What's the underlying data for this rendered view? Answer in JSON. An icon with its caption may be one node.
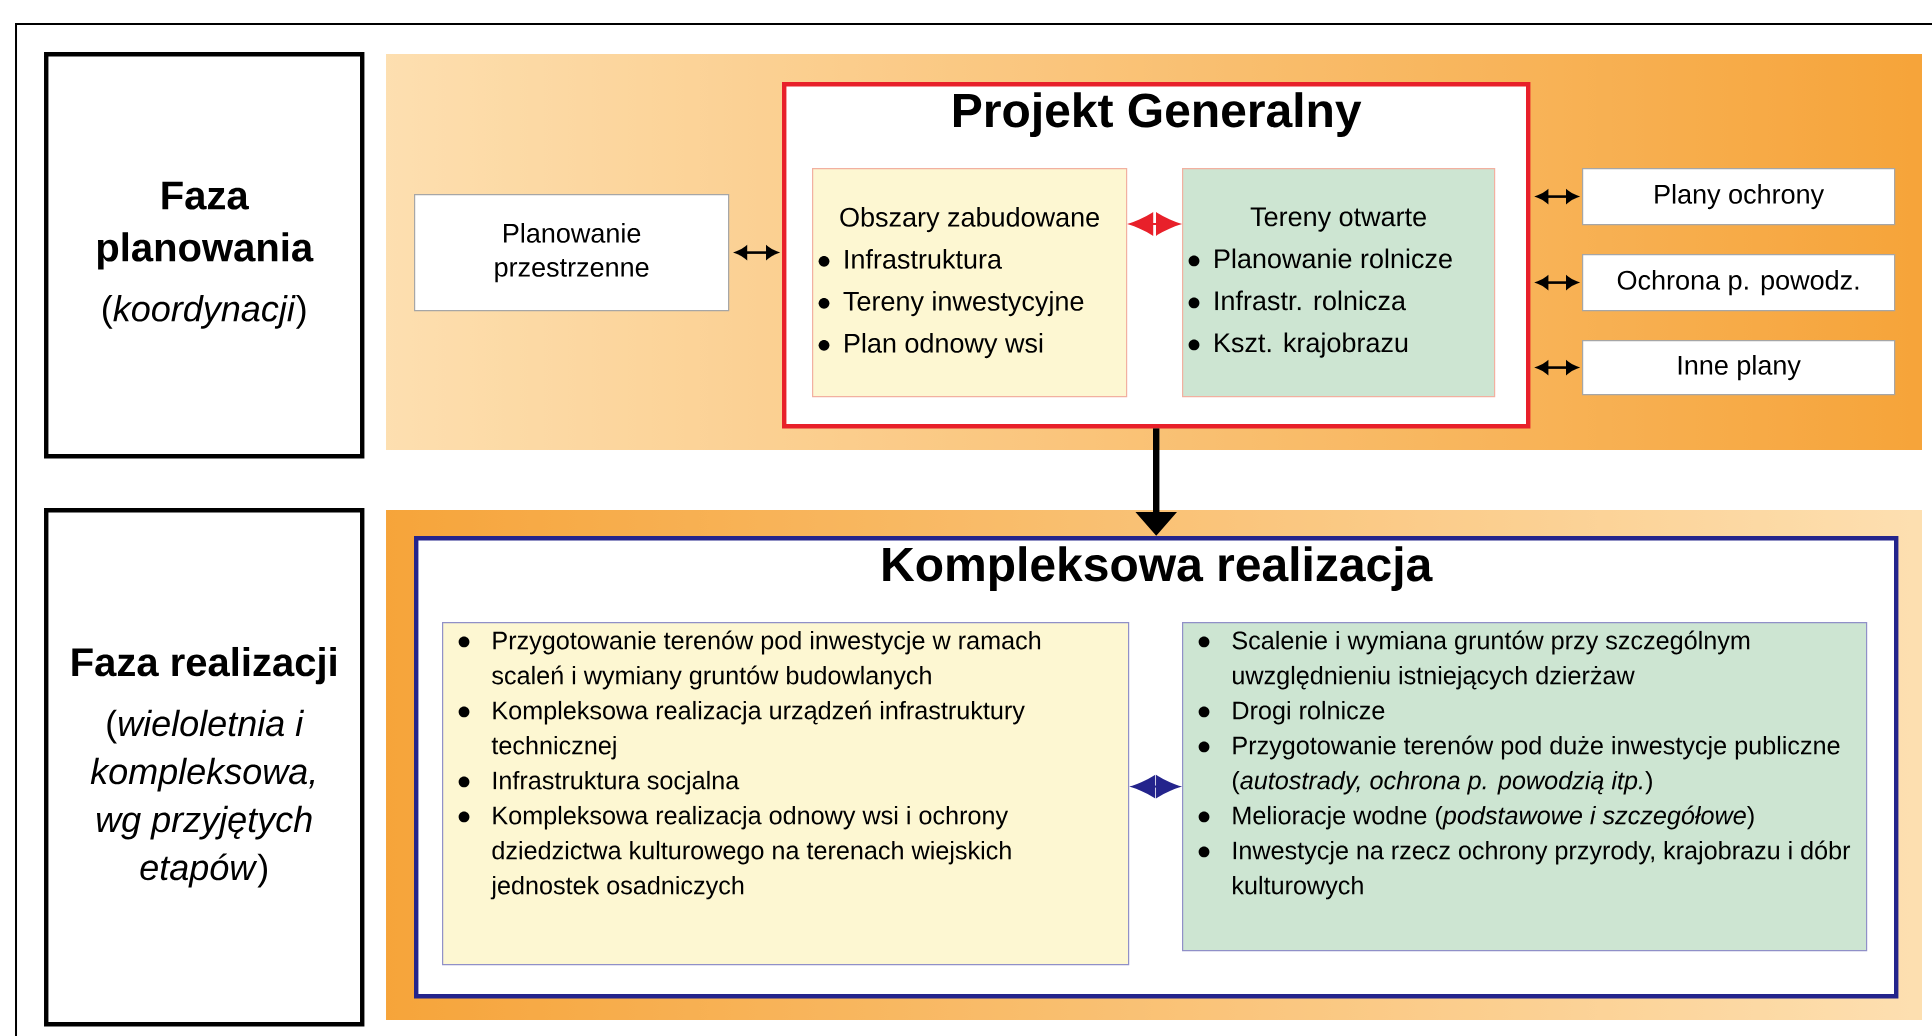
{
  "diagram": {
    "nodes": [
      {
        "text": [
          "Faza planowania",
          "(*koordynacji*)"
        ]
      },
      {
        "text": [
          "Planowanie przestrzenne"
        ]
      },
      {
        "text": [
          "Projekt Generalny"
        ]
      },
      {
        "text": [
          "Obszary zabudowane",
          "Infrastruktura",
          "Tereny inwestycyjne",
          "Plan odnowy wsi"
        ],
        "in": 2
      },
      {
        "text": [
          "Tereny otwarte",
          "Planowanie rolnicze",
          "Infrastr. rolnicza",
          "Kszt. krajobrazu"
        ],
        "in": 2
      },
      {
        "text": [
          "Plany ochrony"
        ]
      },
      {
        "text": [
          "Ochrona p. powodz."
        ]
      },
      {
        "text": [
          "Inne plany"
        ]
      },
      {
        "text": [
          "Faza realizacji",
          "(*wieloletnia i kompleksowa, wg przyjętych etapów*)"
        ]
      },
      {
        "text": [
          "Kompleksowa realizacja"
        ]
      },
      {
        "text": [
          "Przygotowanie terenów pod inwestycje w ramach scaleń i wymiany gruntów budowlanych",
          "Kompleksowa realizacja urządzeń infrastruktury technicznej",
          "Infrastruktura socjalna",
          "Kompleksowa realizacja odnowy wsi i ochrony dziedzictwa kulturowego na terenach wiejskich jednostek osadniczych"
        ],
        "in": 9
      },
      {
        "text": [
          "Scalenie i wymiana gruntów przy szczególnym uwzględnieniu istniejących dzierżaw",
          "Drogi rolnicze",
          "Przygotowanie terenów pod duże inwestycje publiczne (*autostrady, ochrona p. powodzią itp.*)",
          "Melioracje wodne (*podstawowe i szczegółowe*)",
          "Inwestycje na rzecz ochrony przyrody, krajobrazu i dóbr kulturowych"
        ],
        "in": 9
      }
    ],
    "edges": [
      {
        "from": 1,
        "to": 2,
        "arrow": "both"
      },
      {
        "from": 3,
        "to": 4,
        "arrow": "both",
        "color": "#e8202a"
      },
      {
        "from": 2,
        "to": 5,
        "arrow": "both"
      },
      {
        "from": 2,
        "to": 6,
        "arrow": "both"
      },
      {
        "from": 2,
        "to": 7,
        "arrow": "both"
      },
      {
        "from": 2,
        "to": 9,
        "arrow": "to",
        "style": "thick"
      },
      {
        "from": 10,
        "to": 11,
        "arrow": "both",
        "color": "#24248c"
      }
    ]
  }
}
